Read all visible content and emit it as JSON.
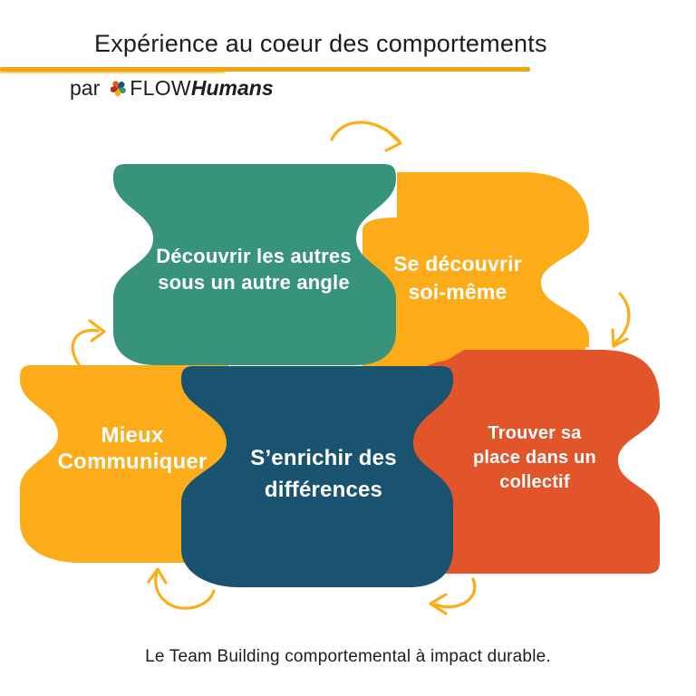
{
  "header": {
    "title": "Expérience au coeur des comportements",
    "byline_prefix": "par",
    "brand_regular": "FLOW",
    "brand_italic": "Humans",
    "accent_line_color": "#F2A50C"
  },
  "diagram": {
    "arrow_color": "#FBAE17",
    "blobs": [
      {
        "id": "discover-others",
        "color": "#37947A",
        "lines": [
          "Découvrir les autres",
          "sous un autre angle"
        ]
      },
      {
        "id": "discover-self",
        "color": "#FBAC18",
        "lines": [
          "Se découvrir",
          "soi-même"
        ]
      },
      {
        "id": "communicate-better",
        "color": "#FBAC18",
        "lines": [
          "Mieux",
          "Communiquer"
        ]
      },
      {
        "id": "enrich-differences",
        "color": "#19536F",
        "lines": [
          "S’enrichir des",
          "différences"
        ]
      },
      {
        "id": "find-place",
        "color": "#E2542A",
        "lines": [
          "Trouver sa",
          "place dans un",
          "collectif"
        ]
      }
    ]
  },
  "footer": {
    "tagline": "Le Team Building comportemental à impact durable."
  }
}
